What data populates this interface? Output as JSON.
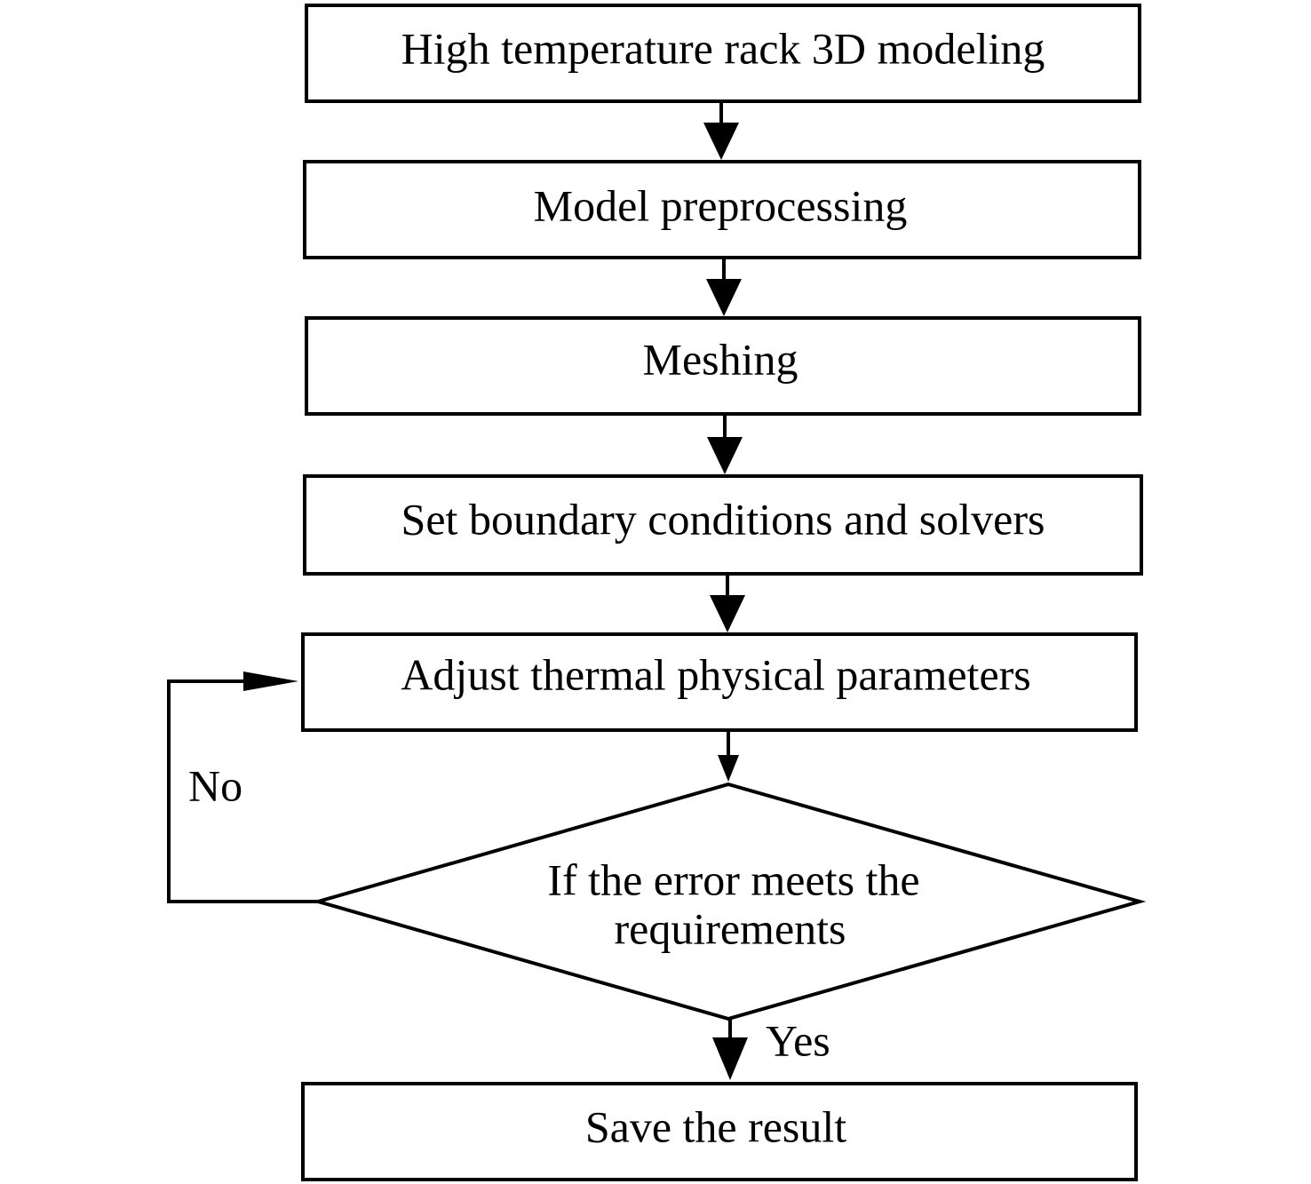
{
  "flowchart": {
    "steps": [
      "High temperature rack 3D modeling",
      "Model preprocessing",
      "Meshing",
      "Set boundary conditions and solvers",
      "Adjust thermal physical parameters"
    ],
    "decision": {
      "line1": "If the error meets the",
      "line2": "requirements"
    },
    "final_step": "Save the result",
    "edge_labels": {
      "no": "No",
      "yes": "Yes"
    }
  }
}
